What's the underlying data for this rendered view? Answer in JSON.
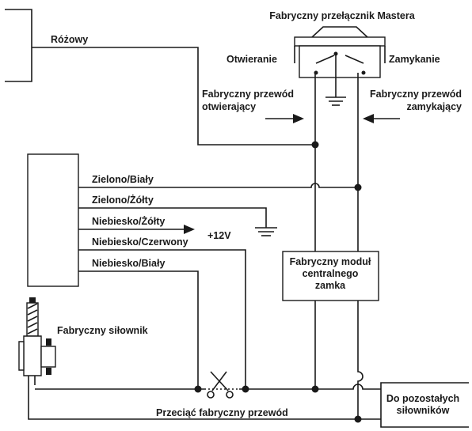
{
  "labels": {
    "switch_title": "Fabryczny przełącznik Mastera",
    "opening": "Otwieranie",
    "closing": "Zamykanie",
    "pink": "Różowy",
    "open_wire_1": "Fabryczny przewód",
    "open_wire_2": "otwierający",
    "close_wire_1": "Fabryczny przewód",
    "close_wire_2": "zamykający",
    "green_white": "Zielono/Biały",
    "green_yellow": "Zielono/Żółty",
    "blue_yellow": "Niebiesko/Żółty",
    "plus12v": "+12V",
    "blue_red": "Niebiesko/Czerwony",
    "blue_white": "Niebiesko/Biały",
    "module_1": "Fabryczny moduł",
    "module_2": "centralnego",
    "module_3": "zamka",
    "actuator": "Fabryczny siłownik",
    "cut_wire": "Przeciąć fabryczny przewód",
    "others_1": "Do pozostałych",
    "others_2": "siłowników"
  },
  "icons": [
    "ground-icon",
    "arrow-right-icon",
    "arrow-left-icon",
    "scissors-icon",
    "actuator-icon",
    "switch-icon"
  ],
  "colors": {
    "line": "#1a1a1a",
    "background": "#ffffff"
  }
}
